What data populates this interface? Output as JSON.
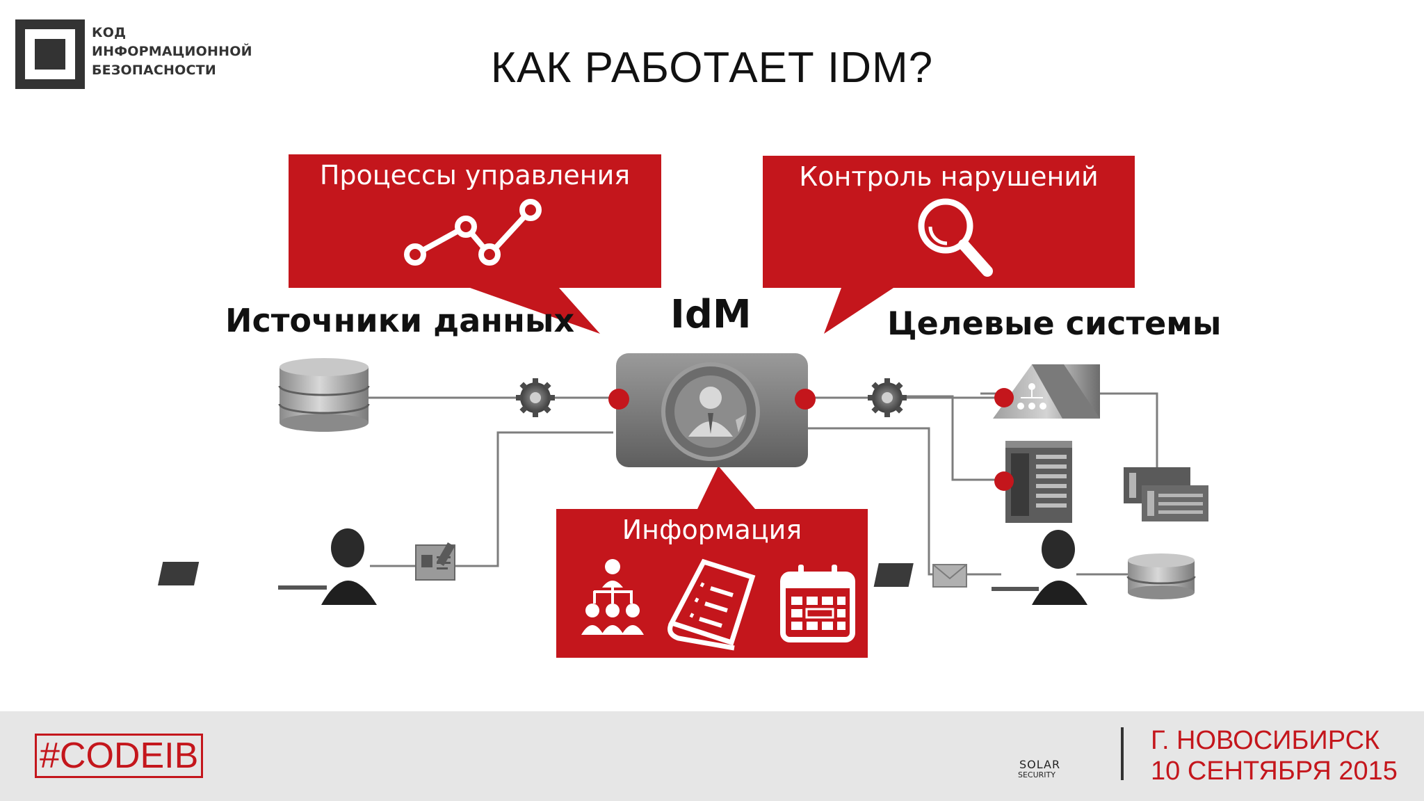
{
  "logo": {
    "line1": "КОД",
    "line2": "ИНФОРМАЦИОННОЙ",
    "line3": "БЕЗОПАСНОСТИ"
  },
  "title": "КАК РАБОТАЕТ IDM?",
  "callouts": {
    "processes": "Процессы управления",
    "violations": "Контроль нарушений",
    "information": "Информация"
  },
  "labels": {
    "sources": "Источники данных",
    "idm": "IdM",
    "targets": "Целевые системы"
  },
  "colors": {
    "accent": "#c4161c",
    "dark": "#333333",
    "footer_bg": "#e6e6e6"
  },
  "footer": {
    "hashtag": "#CODEIB",
    "brand_line1": "SOLAR",
    "brand_line2": "SECURITY",
    "city": "Г. НОВОСИБИРСК",
    "date": "10 СЕНТЯБРЯ 2015"
  }
}
